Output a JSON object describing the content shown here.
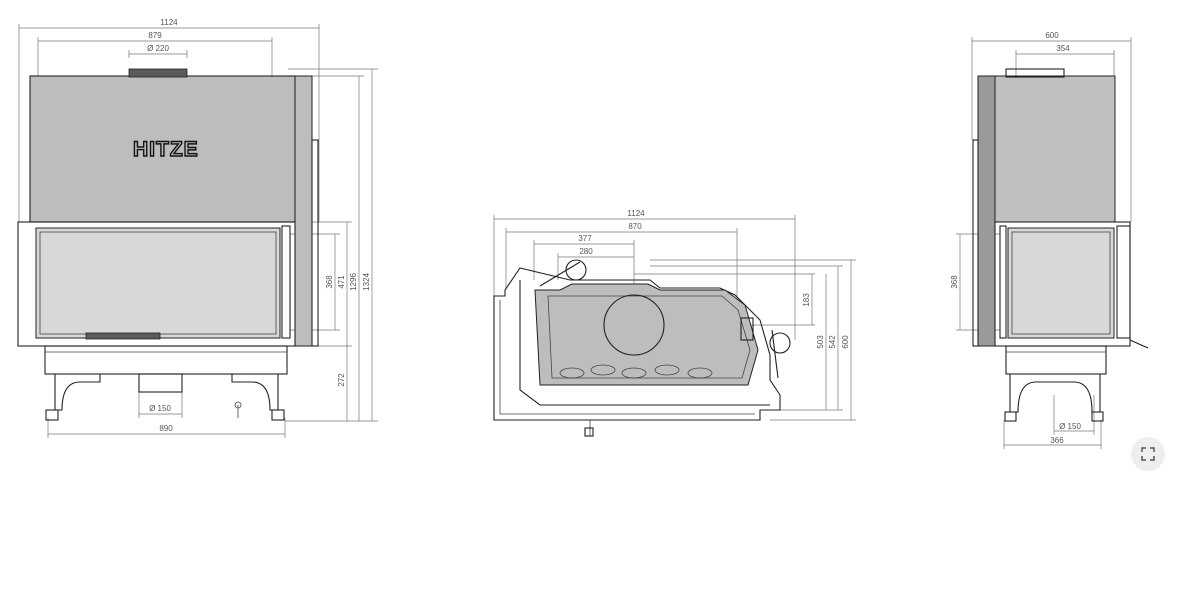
{
  "brand": "HITZE",
  "front_view": {
    "width_total": "1124",
    "width_inner": "879",
    "flue_diameter": "Ø 220",
    "glass_height": "368",
    "door_height": "471",
    "height_to_top": "1296",
    "height_total": "1324",
    "leg_height": "272",
    "air_inlet_diameter": "Ø 150",
    "base_width": "890"
  },
  "top_view": {
    "width_total": "1124",
    "width_inner": "870",
    "offset_flue": "377",
    "offset_flue_inner": "280",
    "flue_depth": "183",
    "depth_503": "503",
    "depth_542": "542",
    "depth_600": "600"
  },
  "side_view": {
    "depth_total": "600",
    "depth_inner": "354",
    "glass_height": "368",
    "air_inlet_diameter": "Ø 150",
    "base_depth": "366"
  },
  "ui": {
    "corner_button_icon": "expand-icon"
  }
}
